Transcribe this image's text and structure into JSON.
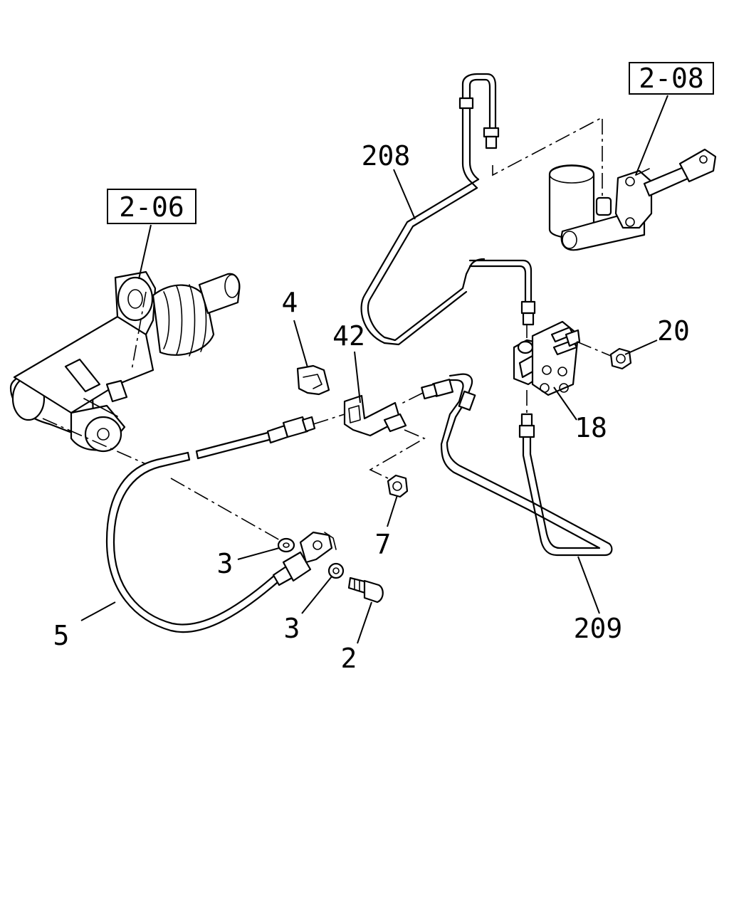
{
  "references": {
    "ref_206": "2-06",
    "ref_208": "2-08"
  },
  "callouts": {
    "c_208": "208",
    "c_4": "4",
    "c_42": "42",
    "c_20": "20",
    "c_18": "18",
    "c_7": "7",
    "c_3a": "3",
    "c_3b": "3",
    "c_5": "5",
    "c_2": "2",
    "c_209": "209"
  }
}
